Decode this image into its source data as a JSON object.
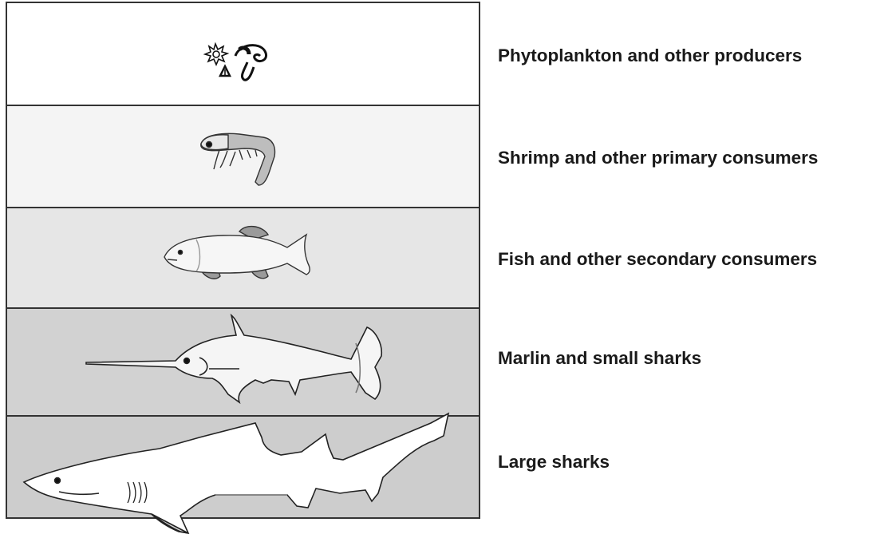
{
  "tiers": [
    {
      "label": "Phytoplankton and other producers",
      "fill": "#ffffff",
      "icon": "phytoplankton-icon"
    },
    {
      "label": "Shrimp and other primary consumers",
      "fill": "#f4f4f4",
      "icon": "shrimp-icon"
    },
    {
      "label": "Fish and other secondary consumers",
      "fill": "#e6e6e6",
      "icon": "fish-icon"
    },
    {
      "label": "Marlin and small sharks",
      "fill": "#d2d2d2",
      "icon": "marlin-icon"
    },
    {
      "label": "Large sharks",
      "fill": "#cdcdcd",
      "icon": "large-shark-icon"
    }
  ],
  "colors": {
    "border": "#333333",
    "text": "#1a1a1a"
  }
}
